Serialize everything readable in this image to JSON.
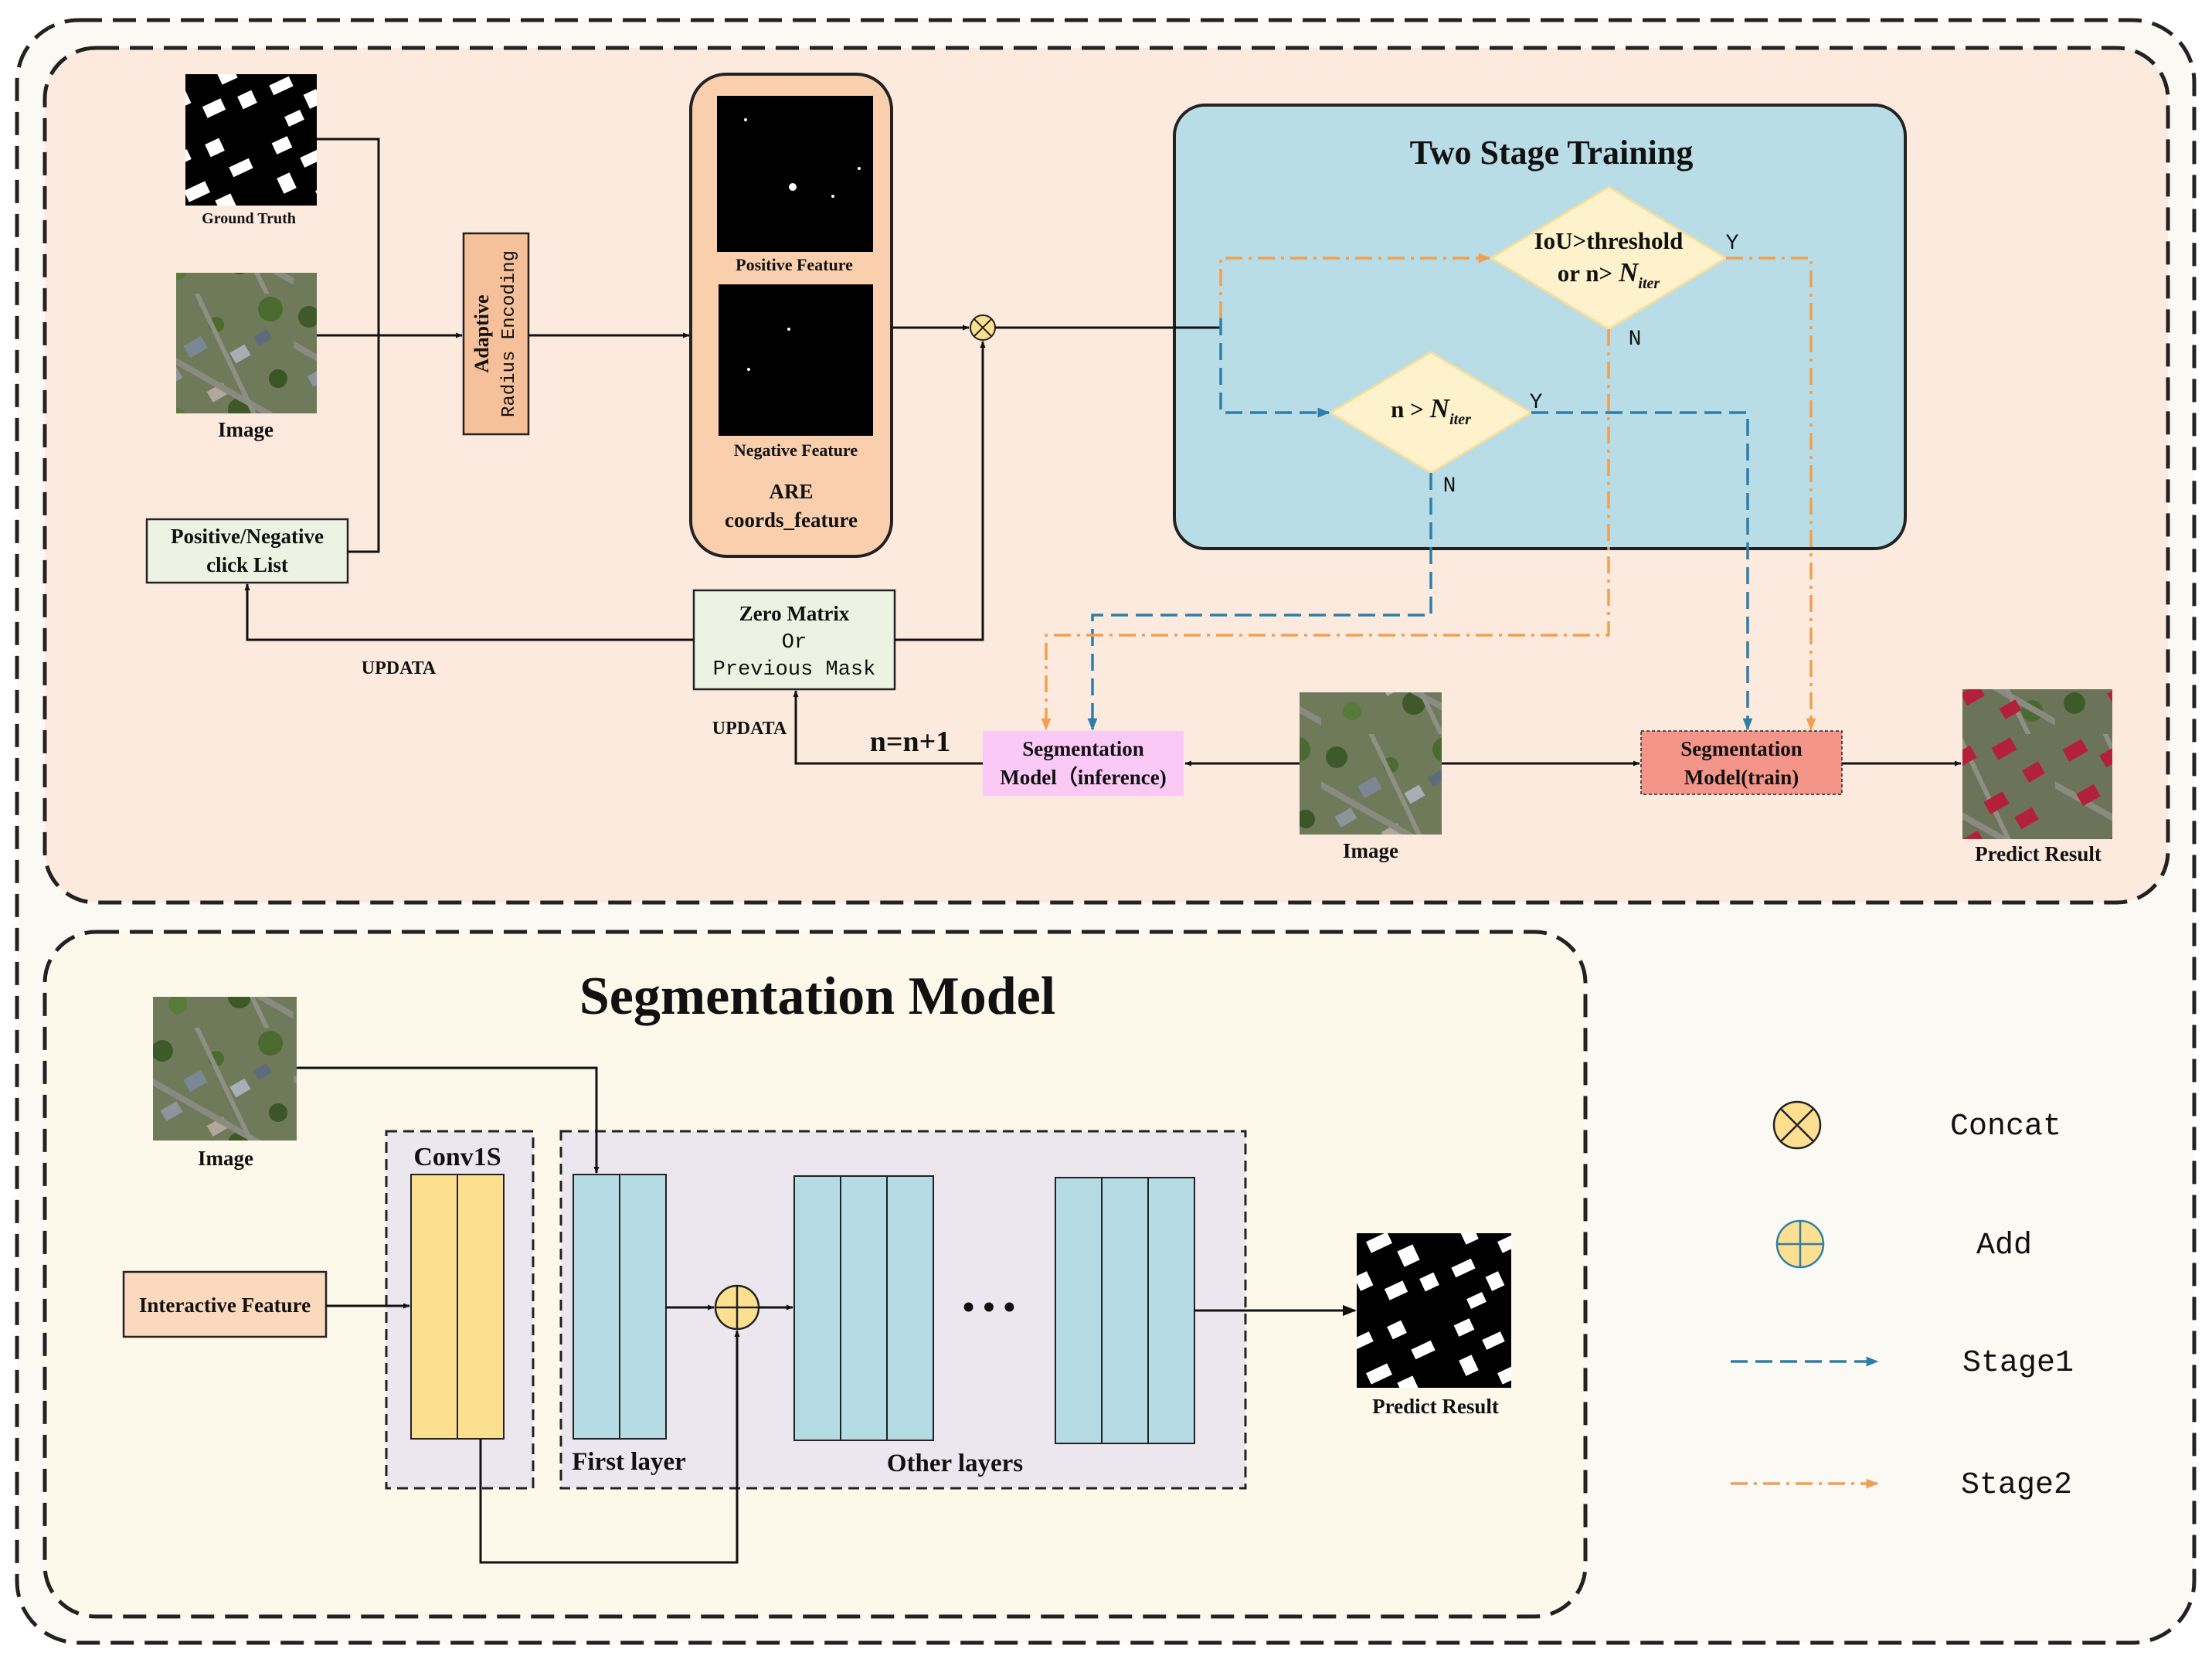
{
  "colors": {
    "stage1": "#2f7ea8",
    "stage2": "#f0a050",
    "outer_bg": "#fbf9f4",
    "top_panel_bg": "#fbeadd",
    "bottom_panel_bg": "#fcf8ea",
    "two_stage_bg": "#b9dde6",
    "are_box_bg": "#f9cfae",
    "adaptive_box_bg": "#f6c09a",
    "green_box_bg": "#edf3e2",
    "seg_inference_bg": "#fbc9f6",
    "seg_train_bg": "#f4958a",
    "diamond_bg": "#fdf2cc",
    "layer_blue": "#b5dbe5",
    "conv_yellow": "#fde08f",
    "layers_region_bg": "#ece6ef",
    "interactive_feature_bg": "#fbd9bd"
  },
  "top": {
    "ground_truth_label": "Ground Truth",
    "image_label": "Image",
    "adaptive_label_line1": "Adaptive",
    "adaptive_label_line2": "Radius Encoding",
    "positive_feature_label": "Positive Feature",
    "negative_feature_label": "Negative Feature",
    "are_label_line1": "ARE",
    "are_label_line2": "coords_feature",
    "click_list_line1": "Positive/Negative",
    "click_list_line2": "click List",
    "zero_matrix_line1": "Zero Matrix",
    "zero_matrix_line2": "Or",
    "zero_matrix_line3": "Previous Mask",
    "updata_label_1": "UPDATA",
    "updata_label_2": "UPDATA",
    "n_increment": "n=n+1",
    "seg_inference_line1": "Segmentation",
    "seg_inference_line2": "Model（inference)",
    "image_label_2": "Image",
    "seg_train_line1": "Segmentation",
    "seg_train_line2": "Model(train)",
    "predict_result_label": "Predict Result"
  },
  "two_stage": {
    "title": "Two Stage Training",
    "diamond1_line1": "IoU>threshold",
    "diamond1_line2_prefix": "or   n>",
    "diamond1_n": "N",
    "diamond1_sub": "iter",
    "diamond1_yes": "Y",
    "diamond1_no": "N",
    "diamond2_prefix": "n >",
    "diamond2_n": "N",
    "diamond2_sub": "iter",
    "diamond2_yes": "Y",
    "diamond2_no": "N"
  },
  "segmentation_model": {
    "title": "Segmentation Model",
    "image_label": "Image",
    "interactive_feature_label": "Interactive Feature",
    "conv_label": "Conv1S",
    "first_layer_label": "First layer",
    "other_layers_label": "Other layers",
    "ellipsis": "• • •",
    "predict_result_label": "Predict Result"
  },
  "legend": {
    "concat_label": "Concat",
    "add_label": "Add",
    "stage1_label": "Stage1",
    "stage2_label": "Stage2"
  }
}
